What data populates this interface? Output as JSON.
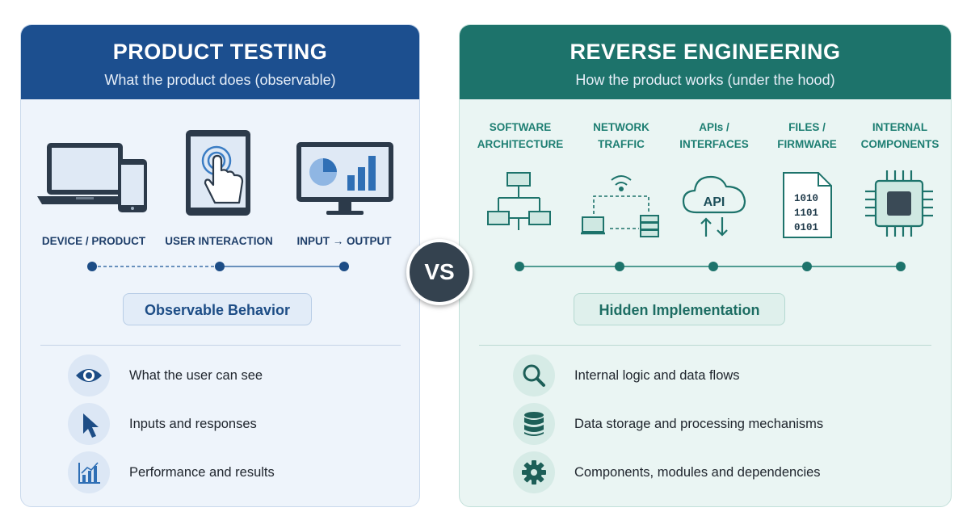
{
  "left_panel": {
    "title": "PRODUCT TESTING",
    "subtitle": "What the product does (observable)",
    "columns": [
      {
        "label": "DEVICE / PRODUCT",
        "icon": "laptop-phone-icon"
      },
      {
        "label": "USER INTERACTION",
        "icon": "tablet-touch-icon"
      },
      {
        "label": "INPUT → OUTPUT",
        "icon": "monitor-chart-icon"
      }
    ],
    "pill": "Observable Behavior",
    "items": [
      {
        "text": "What the user can see",
        "icon": "eye-icon"
      },
      {
        "text": "Inputs and responses",
        "icon": "cursor-icon"
      },
      {
        "text": "Performance and results",
        "icon": "bar-chart-icon"
      }
    ],
    "accent": "#1c4f8f"
  },
  "vs_label": "VS",
  "right_panel": {
    "title": "REVERSE ENGINEERING",
    "subtitle": "How the product works (under the hood)",
    "columns": [
      {
        "line1": "SOFTWARE",
        "line2": "ARCHITECTURE",
        "icon": "flowchart-icon"
      },
      {
        "line1": "NETWORK",
        "line2": "TRAFFIC",
        "icon": "network-icon"
      },
      {
        "line1": "APIs /",
        "line2": "INTERFACES",
        "icon": "api-cloud-icon",
        "icon_text": "API"
      },
      {
        "line1": "FILES /",
        "line2": "FIRMWARE",
        "icon": "binary-file-icon",
        "icon_lines": [
          "1010",
          "1101",
          "0101"
        ]
      },
      {
        "line1": "INTERNAL",
        "line2": "COMPONENTS",
        "icon": "chip-icon"
      }
    ],
    "pill": "Hidden Implementation",
    "items": [
      {
        "text": "Internal logic and data flows",
        "icon": "magnifier-icon"
      },
      {
        "text": "Data storage and processing mechanisms",
        "icon": "database-icon"
      },
      {
        "text": "Components, modules and dependencies",
        "icon": "gear-icon"
      }
    ],
    "accent": "#1d736b"
  }
}
